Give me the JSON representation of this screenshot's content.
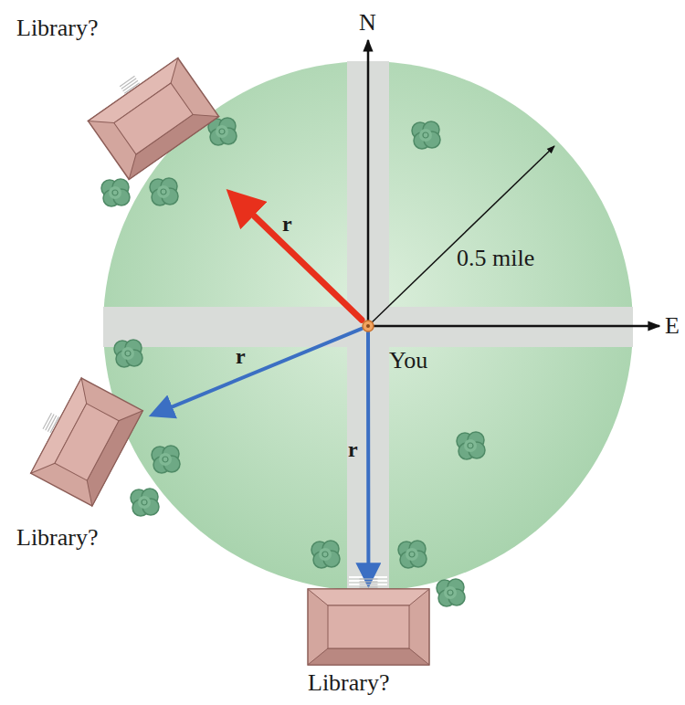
{
  "diagram": {
    "nodes": [
      {
        "text": [
          "You"
        ]
      },
      {
        "text": [
          "Library?"
        ]
      },
      {
        "text": [
          "Library?"
        ]
      },
      {
        "text": [
          "Library?"
        ]
      }
    ],
    "edges": [
      {
        "from": 0,
        "to": 1,
        "arrow": "to",
        "label": "r⃗"
      },
      {
        "from": 0,
        "to": 2,
        "arrow": "to",
        "label": "r⃗"
      },
      {
        "from": 0,
        "to": 3,
        "arrow": "to",
        "label": "r⃗"
      }
    ],
    "labels": [
      "N",
      "E",
      "0.5 mile"
    ]
  }
}
